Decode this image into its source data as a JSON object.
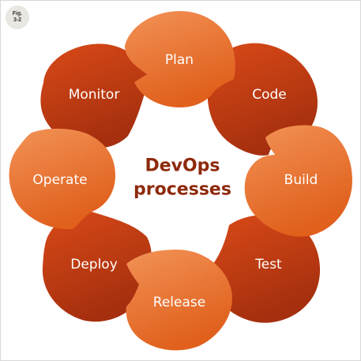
{
  "figure": {
    "badge_line1": "Fig.",
    "badge_line2": "3-2"
  },
  "diagram": {
    "center_line1": "DevOps",
    "center_line2": "processes",
    "steps": [
      {
        "label": "Plan",
        "color": "light-orange"
      },
      {
        "label": "Code",
        "color": "dark-red-orange"
      },
      {
        "label": "Build",
        "color": "light-orange"
      },
      {
        "label": "Test",
        "color": "dark-red-orange"
      },
      {
        "label": "Release",
        "color": "light-orange"
      },
      {
        "label": "Deploy",
        "color": "dark-red-orange"
      },
      {
        "label": "Operate",
        "color": "light-orange"
      },
      {
        "label": "Monitor",
        "color": "dark-red-orange"
      }
    ],
    "colors": {
      "light_top": "#f08a4b",
      "light_bottom": "#e3641f",
      "dark_top": "#d8471a",
      "dark_bottom": "#a8300d",
      "center_text": "#8e2a0c"
    }
  }
}
